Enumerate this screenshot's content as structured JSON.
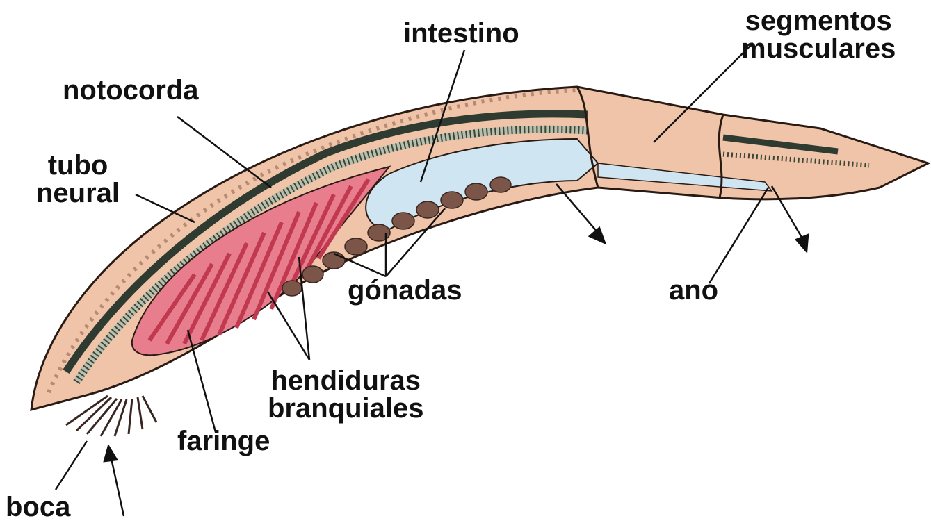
{
  "labels": {
    "intestino": "intestino",
    "segmentos": "segmentos",
    "musculares": "musculares",
    "notocorda": "notocorda",
    "tubo": "tubo",
    "neural": "neural",
    "gonadas": "gónadas",
    "ano": "ano",
    "hendiduras": "hendiduras",
    "branquiales": "branquiales",
    "faringe": "faringe",
    "boca": "boca"
  },
  "colors": {
    "body": "#efc4a8",
    "body_outline": "#2a1a14",
    "pharynx": "#e87d8e",
    "gill_bar": "#c0394f",
    "intestine": "#cfe6f2",
    "gonad": "#7a5548",
    "nerve_cord": "#2f3a30",
    "notochord": "#b8bfae"
  }
}
